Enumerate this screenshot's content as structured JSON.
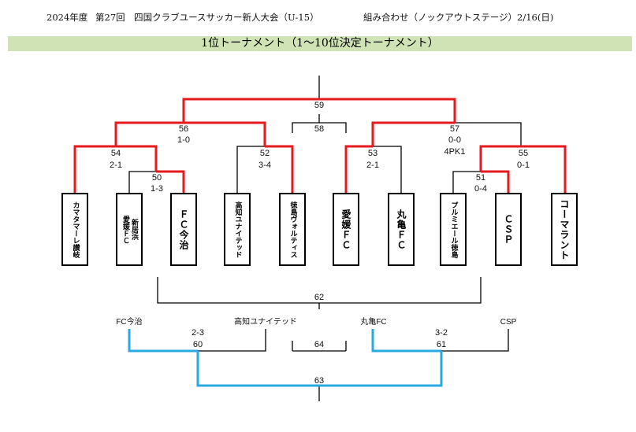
{
  "header": {
    "year": "2024年度",
    "event": "第27回　四国クラブユースサッカー新人大会（U-15）",
    "section": "組み合わせ（ノックアウトステージ）2/16(日)"
  },
  "banner": {
    "title": "1位トーナメント（1～10位決定トーナメント）"
  },
  "teams": [
    {
      "name": "カマタマーレ讃岐",
      "size": "sm"
    },
    {
      "name": "愛媛ＦＣ",
      "name2": "新居浜",
      "size": "sm"
    },
    {
      "name": "ＦＣ今治",
      "size": "big"
    },
    {
      "name": "高知ユナイテッド",
      "size": "sm"
    },
    {
      "name": "徳島ヴォルティス",
      "size": "sm"
    },
    {
      "name": "愛媛ＦＣ",
      "size": "big"
    },
    {
      "name": "丸亀ＦＣ",
      "size": "big"
    },
    {
      "name": "プルミエール徳島",
      "size": "sm"
    },
    {
      "name": "ＣＳＰ",
      "size": "big"
    },
    {
      "name": "コーマラント",
      "size": "big"
    }
  ],
  "matches": {
    "m50": {
      "no": "50",
      "score": "1-3"
    },
    "m51": {
      "no": "51",
      "score": "0-4"
    },
    "m52": {
      "no": "52",
      "score": "3-4"
    },
    "m53": {
      "no": "53",
      "score": "2-1"
    },
    "m54": {
      "no": "54",
      "score": "2-1"
    },
    "m55": {
      "no": "55",
      "score": "0-1"
    },
    "m56": {
      "no": "56",
      "score": "1-0"
    },
    "m57": {
      "no": "57",
      "score": "0-0",
      "pk": "4PK1"
    },
    "m58": {
      "no": "58"
    },
    "m59": {
      "no": "59"
    },
    "m60": {
      "no": "60",
      "score": "2-3"
    },
    "m61": {
      "no": "61",
      "score": "3-2"
    },
    "m62": {
      "no": "62"
    },
    "m63": {
      "no": "63"
    },
    "m64": {
      "no": "64"
    }
  },
  "lower": {
    "team_fc_imabari": "FC今治",
    "team_kochi": "高知ユナイテッド",
    "team_marugame": "丸亀FC",
    "team_csp": "CSP"
  },
  "colors": {
    "winner": "#e6191e",
    "winner_lower": "#29a9e1",
    "line": "#000000",
    "banner": "#cfe3b4"
  }
}
